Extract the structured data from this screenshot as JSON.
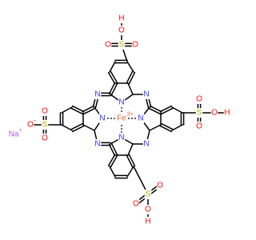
{
  "colors": {
    "bond": "#000000",
    "N": "#3333ff",
    "O": "#ff0d0d",
    "S": "#b2b200",
    "H": "#ff0d0d",
    "Na": "#ab5cf2",
    "Fe": "#e06633"
  },
  "atoms": {
    "fe": {
      "text": "Fe",
      "charge": "3+"
    },
    "na": {
      "text": "Na",
      "charge": "+"
    },
    "n_core_top": "N",
    "n_core_left": "N",
    "n_core_right": "N",
    "n_core_bottom": "N",
    "n_meso_tl": "N",
    "n_meso_tr": "N",
    "n_meso_bl": "N",
    "n_meso_br": "N",
    "s": "S",
    "o": "O",
    "o_minus": {
      "text": "O",
      "charge": "−"
    },
    "h": "H"
  }
}
